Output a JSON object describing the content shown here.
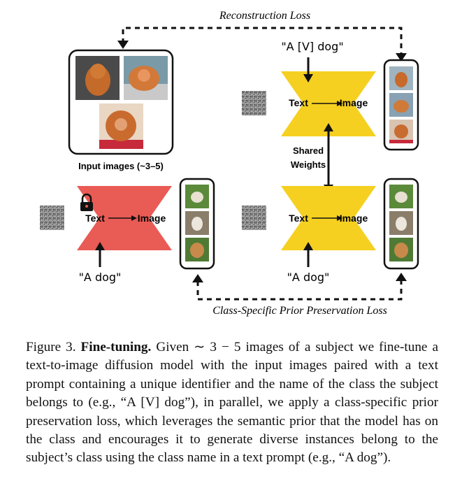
{
  "figure": {
    "reconstruction_loss": "Reconstruction Loss",
    "prior_loss": "Class-Specific Prior Preservation Loss",
    "input_images_label": "Input images (~3–5)",
    "shared_weights": [
      "Shared",
      "Weights"
    ],
    "prompt_subject": "\"A [V] dog\"",
    "prompt_class_left": "\"A dog\"",
    "prompt_class_right": "\"A dog\"",
    "model_top": {
      "text": "Text",
      "image": "Image",
      "color": "#f5d020"
    },
    "model_bottom_left": {
      "text": "Text",
      "image": "Image",
      "color": "#e95b55"
    },
    "model_bottom_right": {
      "text": "Text",
      "image": "Image",
      "color": "#f5d020"
    },
    "icons": [
      "lock-icon",
      "noise-image",
      "dog-photo"
    ]
  },
  "caption": {
    "figure_number": "Figure 3.",
    "bold_title": "Fine-tuning.",
    "text": "Given ∼ 3 − 5 images of a subject we fine-tune a text-to-image diffusion model with the input images paired with a text prompt containing a unique identifier and the name of the class the subject belongs to (e.g., “A [V] dog”), in parallel, we apply a class-specific prior preservation loss, which leverages the semantic prior that the model has on the class and encourages it to generate diverse instances belong to the subject’s class using the class name in a text prompt (e.g., “A dog”)."
  }
}
